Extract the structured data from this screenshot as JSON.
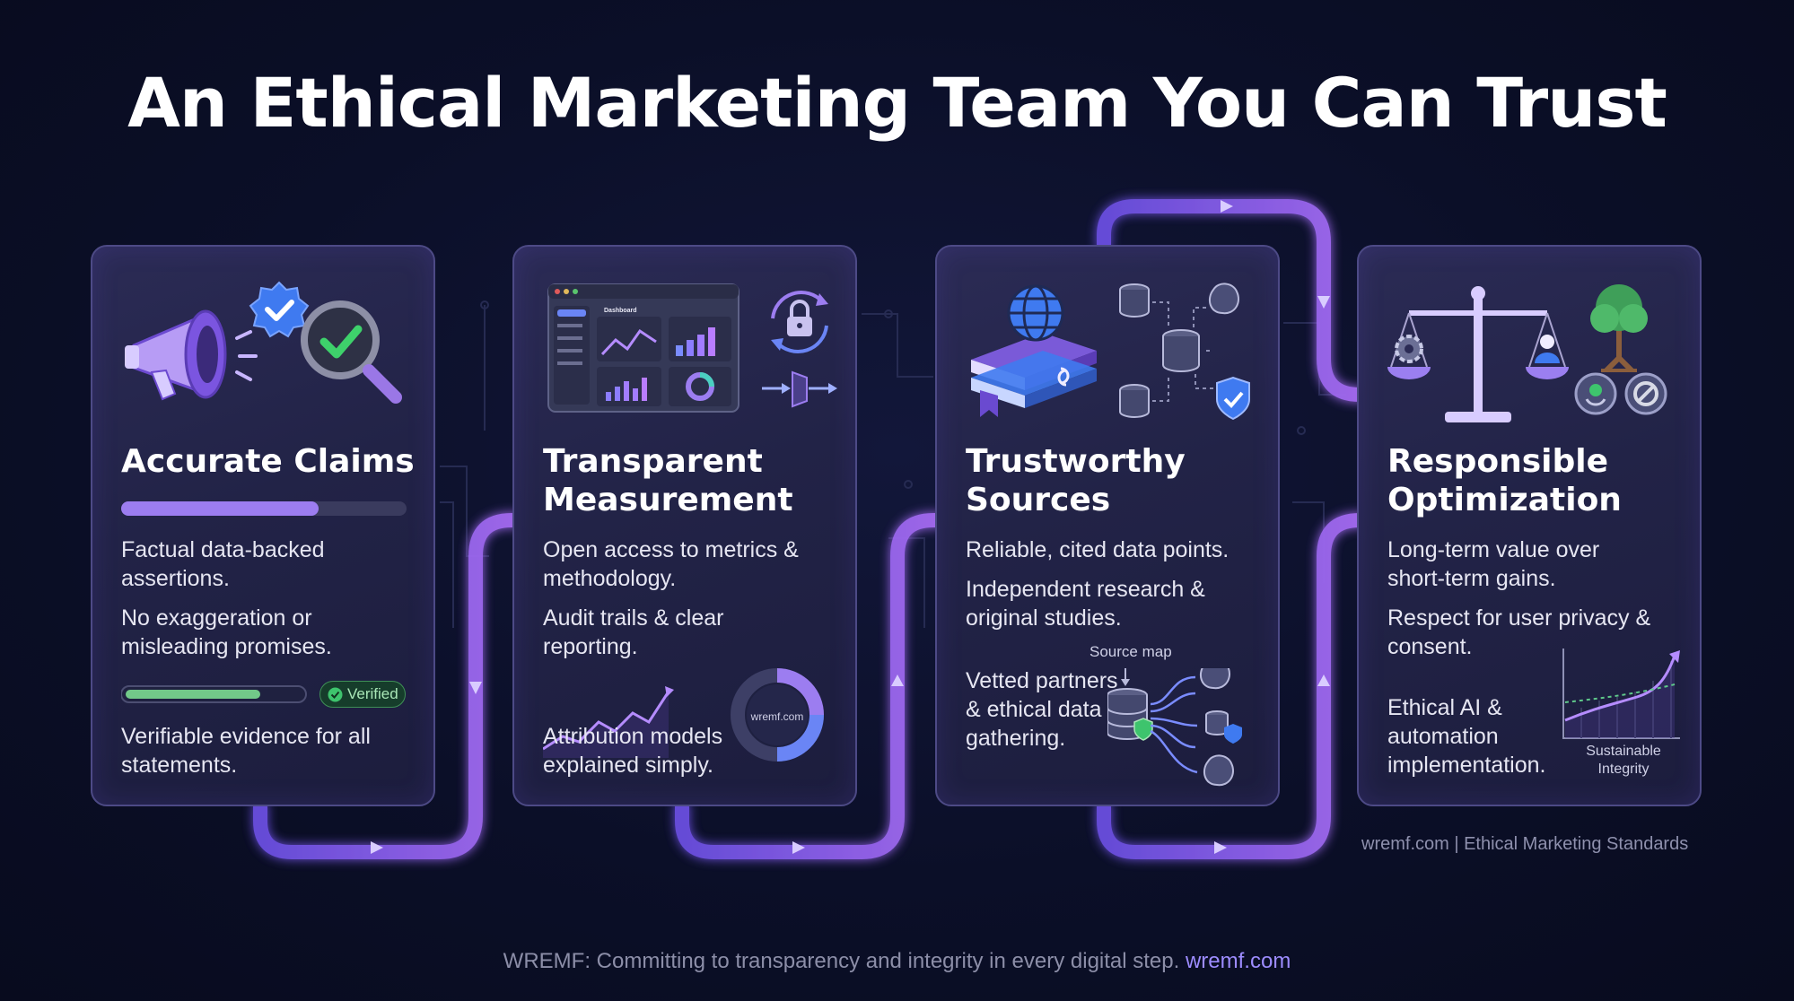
{
  "title": "An Ethical Marketing Team You Can Trust",
  "cards": [
    {
      "heading": "Accurate Claims",
      "points": [
        "Factual data-backed assertions.",
        "No exaggeration or misleading promises.",
        "Verifiable evidence for all statements."
      ],
      "badge": "Verified"
    },
    {
      "heading": "Transparent Measurement",
      "points": [
        "Open access to metrics & methodology.",
        "Audit trails & clear reporting.",
        "Attribution models explained simply."
      ],
      "dashboard_label": "Dashboard",
      "donut_label": "wremf.com"
    },
    {
      "heading": "Trustworthy Sources",
      "points": [
        "Reliable, cited data points.",
        "Independent research & original studies.",
        "Vetted partners & ethical data gathering."
      ],
      "source_map_label": "Source map"
    },
    {
      "heading": "Responsible Optimization",
      "points": [
        "Long-term value over short-term gains.",
        "Respect for user privacy & consent.",
        "Ethical AI & automation implementation."
      ],
      "chart_label": "Sustainable Integrity"
    }
  ],
  "footer_note": "wremf.com | Ethical Marketing Standards",
  "bottom_text": "WREMF: Committing to transparency and integrity in every digital step.",
  "bottom_link": "wremf.com",
  "colors": {
    "accent": "#9b6bff",
    "path": "#8a5cf0",
    "card_border": "#4d4a86",
    "green": "#3ec46d"
  }
}
